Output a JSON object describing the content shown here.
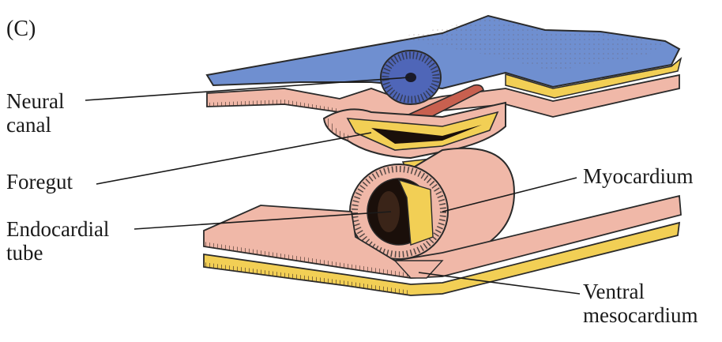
{
  "panel_label": "(C)",
  "labels": {
    "neural_canal": [
      "Neural",
      "canal"
    ],
    "foregut": "Foregut",
    "endocardial_tube": [
      "Endocardial",
      "tube"
    ],
    "myocardium": "Myocardium",
    "ventral_mesocardium": [
      "Ventral",
      "mesocardium"
    ]
  },
  "colors": {
    "dorsal_layer": "#6f8fd0",
    "neural_tube": "#4f66b8",
    "tissue_pink": "#f0b8a8",
    "yellow_layer": "#f2cf55",
    "dark_lumen": "#1a0f0a",
    "notochord": "#c8604f",
    "outline": "#2a2a2a"
  }
}
